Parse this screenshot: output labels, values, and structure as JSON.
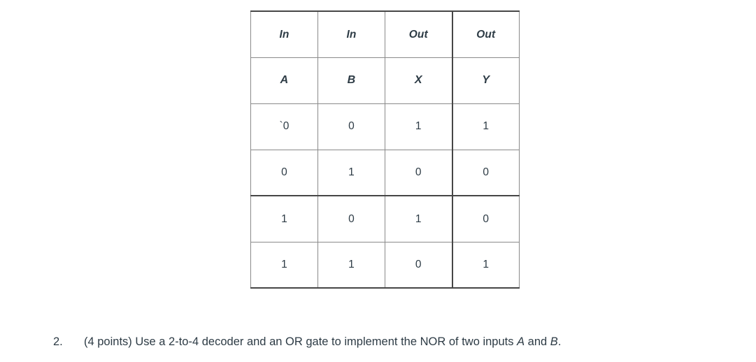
{
  "document": {
    "table": {
      "name": "truth-table",
      "header_rows": [
        [
          "In",
          "In",
          "Out",
          "Out"
        ],
        [
          "A",
          "B",
          "X",
          "Y"
        ]
      ],
      "data_rows": [
        [
          "`0",
          "0",
          "1",
          "1"
        ],
        [
          "0",
          "1",
          "0",
          "0"
        ],
        [
          "1",
          "0",
          "1",
          "0"
        ],
        [
          "1",
          "1",
          "0",
          "1"
        ]
      ]
    },
    "question": {
      "number": "2.",
      "text_part_1": "(4 points) Use a 2-to-4 decoder and an OR gate to implement the NOR of two inputs ",
      "var_a": "A",
      "text_part_2": " and ",
      "var_b": "B",
      "text_part_3": "."
    },
    "colors": {
      "text": "#2d3b45",
      "grid_light": "#8a8a8a",
      "grid_dark": "#464646",
      "background": "#ffffff"
    }
  }
}
